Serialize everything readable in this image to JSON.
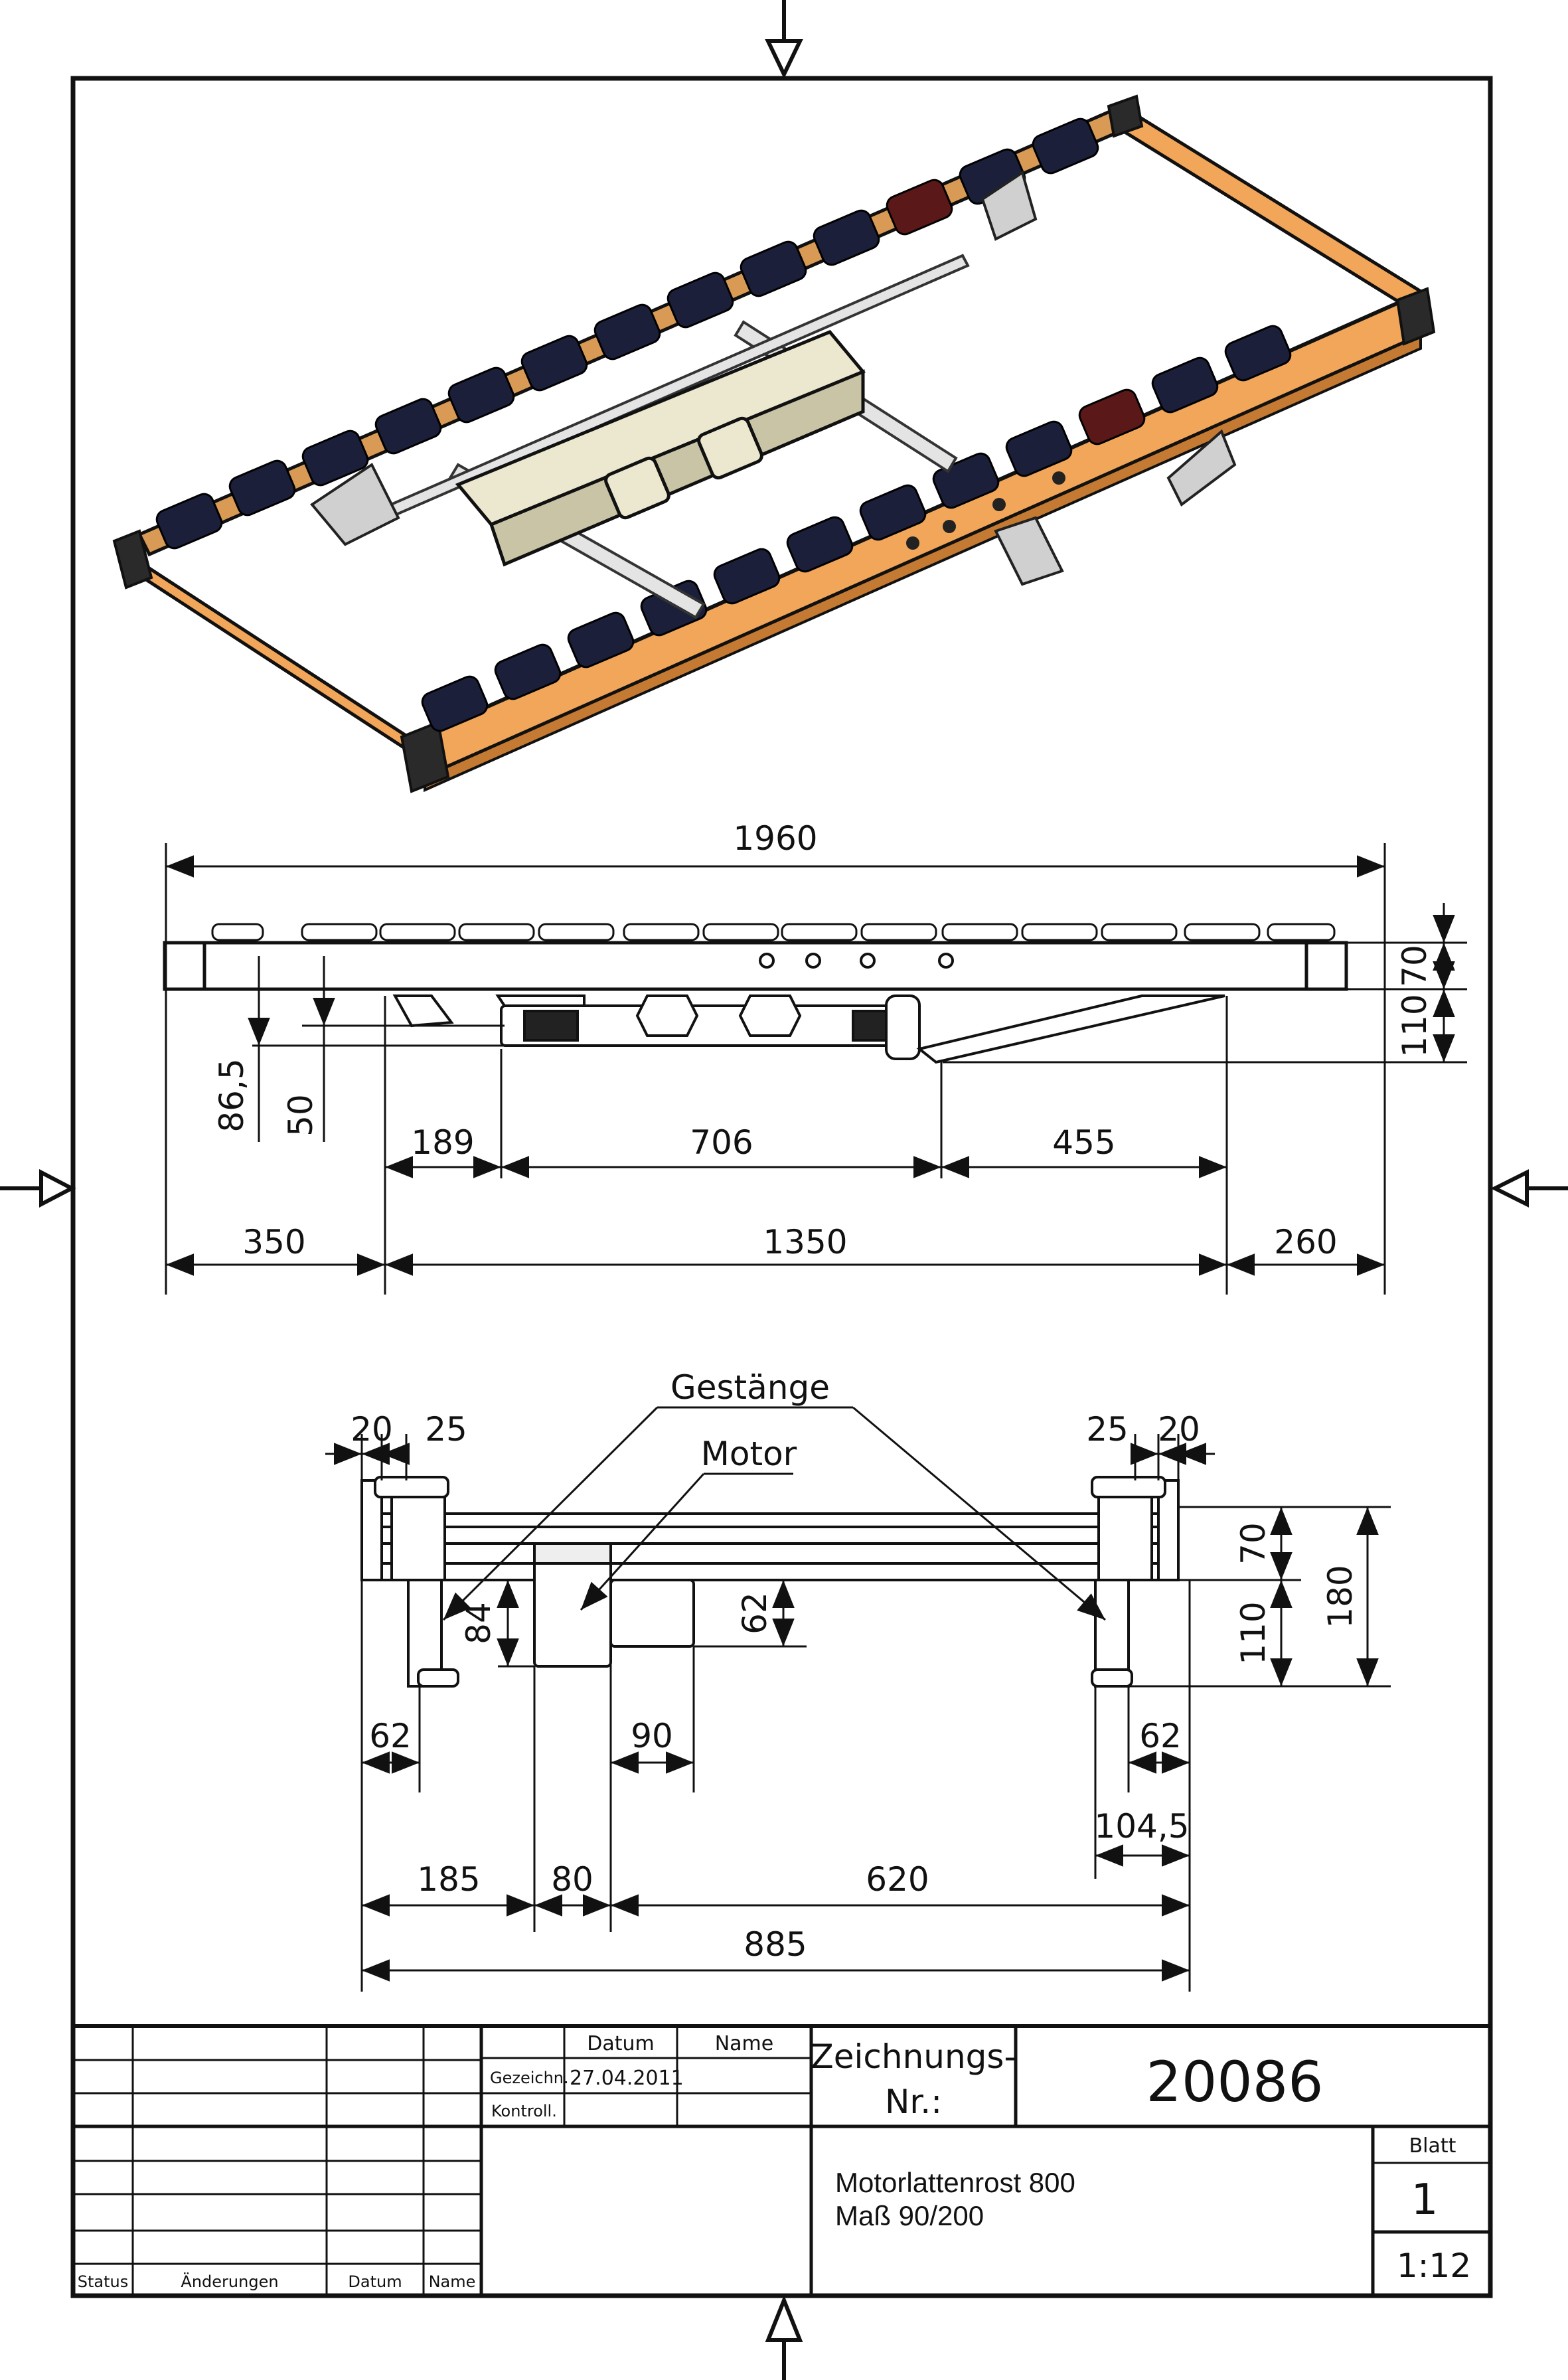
{
  "labels": {
    "gestaenge": "Gestänge",
    "motor": "Motor"
  },
  "dims_side": {
    "overall": "1960",
    "h70": "70",
    "h110": "110",
    "d86_5": "86,5",
    "d50": "50",
    "d189": "189",
    "d706": "706",
    "d455": "455",
    "d350": "350",
    "d1350": "1350",
    "d260": "260"
  },
  "dims_front": {
    "l20": "20",
    "l25": "25",
    "r25": "25",
    "r20": "20",
    "h70": "70",
    "h110": "110",
    "h180": "180",
    "h84": "84",
    "h62": "62",
    "l62": "62",
    "d90": "90",
    "r62": "62",
    "d104_5": "104,5",
    "d185": "185",
    "d80": "80",
    "d620": "620",
    "d885": "885"
  },
  "title_block": {
    "datum_header": "Datum",
    "name_header": "Name",
    "gezeichn": "Gezeichn.",
    "gezeichn_date": "27.04.2011",
    "kontroll": "Kontroll.",
    "zeichnungs_nr_label_1": "Zeichnungs-",
    "zeichnungs_nr_label_2": "Nr.:",
    "drawing_number": "20086",
    "title_line_1": "Motorlattenrost 800",
    "title_line_2": "Maß 90/200",
    "blatt_label": "Blatt",
    "blatt_value": "1",
    "scale": "1:12",
    "status": "Status",
    "aenderungen": "Änderungen",
    "datum": "Datum",
    "name": "Name"
  },
  "colors": {
    "wood": "#f2a65a",
    "wood_dark": "#c47a32",
    "slat_blue": "#1c1f3a",
    "slat_red": "#5a1818",
    "motor": "#ece8cf",
    "steel": "#d8d8d8",
    "line": "#111111"
  }
}
